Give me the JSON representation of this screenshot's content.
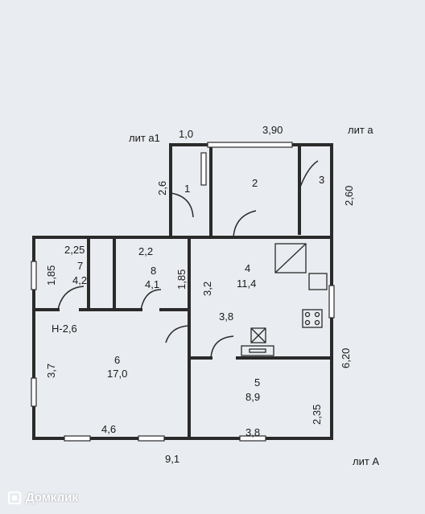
{
  "labels": {
    "lit_a1": "лит а1",
    "lit_a": "лит а",
    "lit_A": "лит А"
  },
  "dimensions": {
    "top_left": "1,0",
    "top_main": "3,90",
    "right_upper": "2,60",
    "left_upper": "2,6",
    "right_main": "6,20",
    "room7_width": "2,25",
    "room7_height": "1,85",
    "room8_width": "2,2",
    "room8_height": "1,85",
    "room4_height": "3,2",
    "room4_width": "3,8",
    "room6_height": "3,7",
    "room6_width": "4,6",
    "room5_height": "2,35",
    "room5_width": "3,8",
    "bottom_total": "9,1",
    "ceiling": "Н-2,6"
  },
  "rooms": [
    {
      "number": "1",
      "area": ""
    },
    {
      "number": "2",
      "area": ""
    },
    {
      "number": "3",
      "area": ""
    },
    {
      "number": "4",
      "area": "11,4"
    },
    {
      "number": "5",
      "area": "8,9"
    },
    {
      "number": "6",
      "area": "17,0"
    },
    {
      "number": "7",
      "area": "4,2"
    },
    {
      "number": "8",
      "area": "4,1"
    }
  ],
  "watermark": {
    "text": "Домклик"
  },
  "colors": {
    "wall": "#2a2a2a",
    "window": "#ffffff",
    "paper": "#e9ecf0"
  }
}
